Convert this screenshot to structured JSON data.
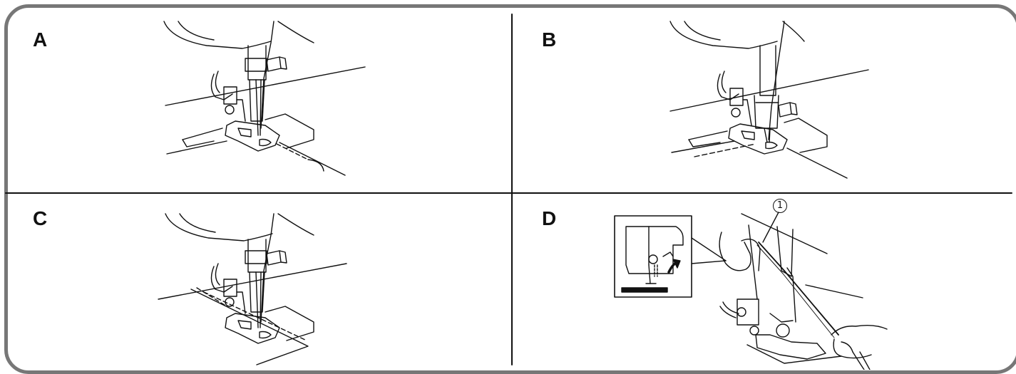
{
  "panels": {
    "a": {
      "label": "A"
    },
    "b": {
      "label": "B"
    },
    "c": {
      "label": "C"
    },
    "d": {
      "label": "D",
      "callout": "1"
    }
  }
}
